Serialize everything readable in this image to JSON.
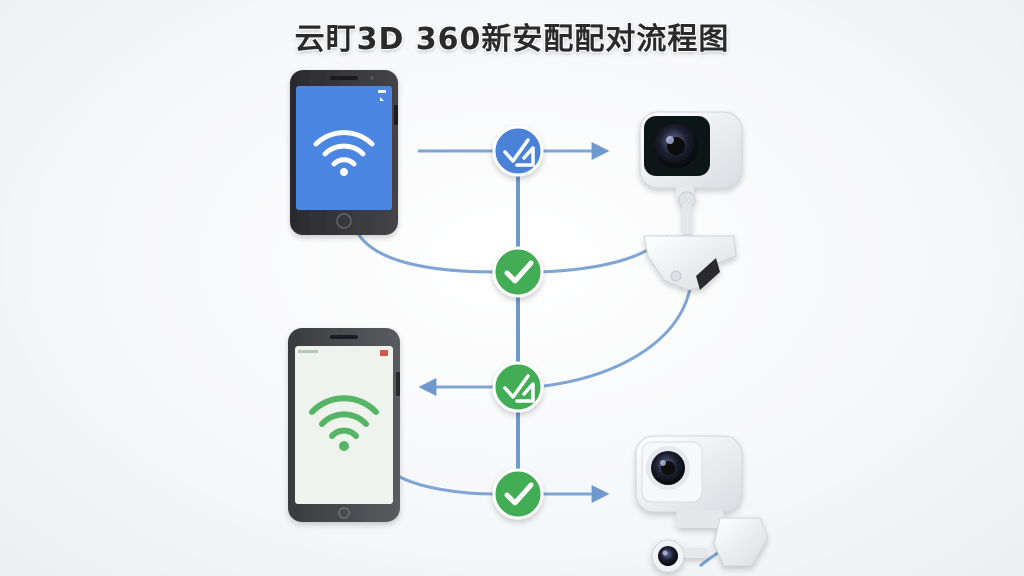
{
  "title": "云盯3D 360新安配配对流程图",
  "colors": {
    "line_blue": "#7ea5d4",
    "line_blue_dark": "#5b88c2",
    "node_blue": "#4a82d6",
    "node_green": "#43ad55",
    "phone_screen_blue": "#4c86e3",
    "phone_screen_light": "#eef3ee",
    "wifi_green": "#55b466",
    "camera_body": "#f2f3f5"
  },
  "icons": [
    "wifi-icon",
    "checkmark-icon",
    "confirm-sign-icon",
    "arrow-icon",
    "smartphone",
    "security-camera"
  ]
}
